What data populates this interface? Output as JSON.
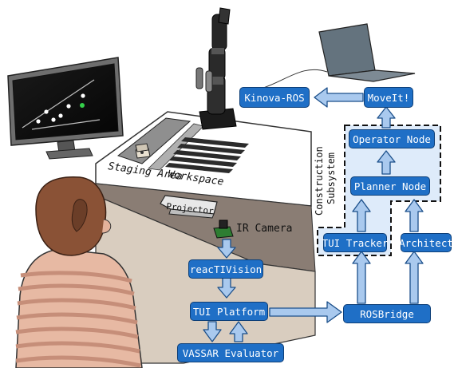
{
  "colors": {
    "node_fill": "#1f6fc6",
    "node_border": "#0d3f78",
    "arrow_fill": "#a9c9ee",
    "arrow_stroke": "#1b4f8a",
    "subsystem_fill": "#deebfa"
  },
  "nodes": {
    "kinova_ros": "Kinova-ROS",
    "moveit": "MoveIt!",
    "operator_node": "Operator Node",
    "planner_node": "Planner Node",
    "tui_tracker": "TUI Tracker",
    "architect": "Architect",
    "reactivision": "reacTIVision",
    "tui_platform": "TUI Platform",
    "rosbridge": "ROSBridge",
    "vassar_evaluator": "VASSAR Evaluator"
  },
  "labels": {
    "construction_subsystem_line1": "Construction",
    "construction_subsystem_line2": "Subsystem",
    "staging_area": "Staging Area",
    "workspace": "Workspace",
    "projector": "Projector",
    "ir_camera": "IR Camera"
  },
  "illustrations": [
    "monitor",
    "robot-arm",
    "laptop",
    "table",
    "projector",
    "ir-camera",
    "person"
  ]
}
